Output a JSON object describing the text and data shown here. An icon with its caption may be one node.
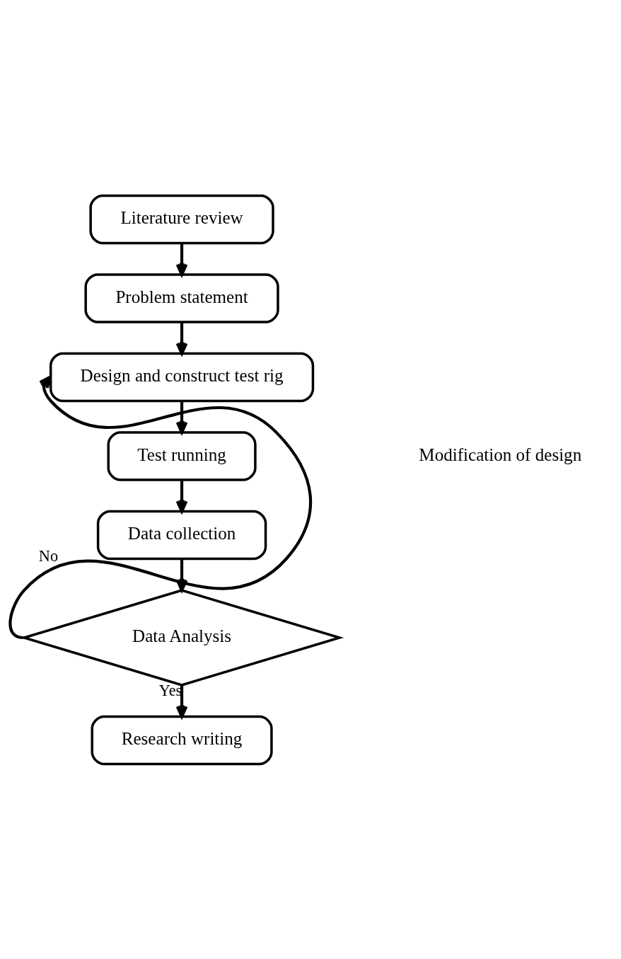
{
  "diagram": {
    "nodes": [
      {
        "text": [
          "Literature review"
        ]
      },
      {
        "text": [
          "Problem statement"
        ]
      },
      {
        "text": [
          "Design and construct test rig"
        ]
      },
      {
        "text": [
          "Test running"
        ]
      },
      {
        "text": [
          "Data collection"
        ]
      },
      {
        "text": [
          "Data Analysis"
        ]
      },
      {
        "text": [
          "Research writing"
        ]
      }
    ],
    "edges": [
      {
        "from": 0,
        "to": 1,
        "arrow": "to"
      },
      {
        "from": 1,
        "to": 2,
        "arrow": "to"
      },
      {
        "from": 2,
        "to": 3,
        "arrow": "to"
      },
      {
        "from": 3,
        "to": 4,
        "arrow": "to"
      },
      {
        "from": 4,
        "to": 5,
        "arrow": "to"
      },
      {
        "from": 5,
        "to": 2,
        "arrow": "to",
        "label": "No"
      },
      {
        "from": 5,
        "to": 6,
        "arrow": "to",
        "label": "Yes"
      }
    ],
    "labels": [
      "Modification of design"
    ]
  }
}
